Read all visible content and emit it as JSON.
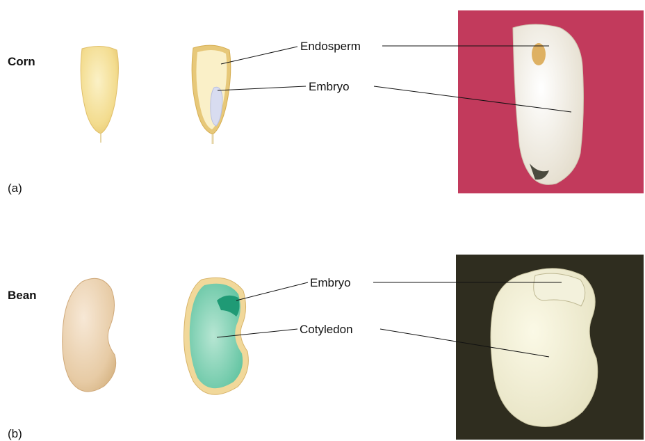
{
  "panels": [
    {
      "id": "(a)",
      "title": "Corn",
      "labels": [
        "Endosperm",
        "Embryo"
      ],
      "photo_background": "#c23a5c"
    },
    {
      "id": "(b)",
      "title": "Bean",
      "labels": [
        "Embryo",
        "Cotyledon"
      ],
      "photo_background": "#2f2d1f"
    }
  ]
}
